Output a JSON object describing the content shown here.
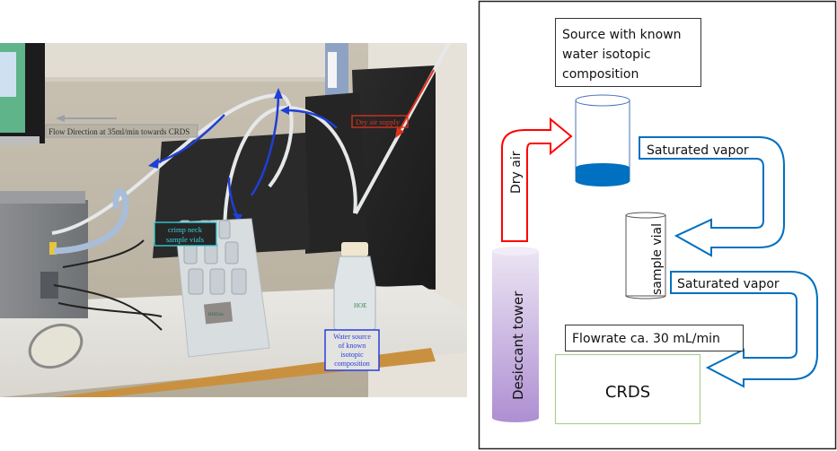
{
  "photo": {
    "labels": {
      "flow_direction": "Flow Direction at 35ml/min towards CRDS",
      "dry_air_supply": "Dry air supply",
      "crimp_neck_line1": "crimp neck",
      "crimp_neck_line2": "sample vials",
      "water_source_line1": "Water source",
      "water_source_line2": "of known",
      "water_source_line3": "isotopic",
      "water_source_line4": "composition",
      "bottle_marking": "HOE",
      "rack_tag": "HOESm"
    },
    "colors": {
      "flow_label": "#8a8f96",
      "dry_air": "#e0321c",
      "crimp": "#33d6e0",
      "water_source": "#2a3de0",
      "flow_arrow": "#1f3fd6"
    }
  },
  "diagram": {
    "source_box": {
      "line1": "Source with known",
      "line2": "water isotopic",
      "line3": "composition"
    },
    "dry_air_label": "Dry air",
    "saturated_vapor_1": "Saturated vapor",
    "saturated_vapor_2": "Saturated vapor",
    "sample_vial_label": "sample vial",
    "desiccant_label": "Desiccant tower",
    "flowrate_label": "Flowrate ca. 30 mL/min",
    "crds_label": "CRDS",
    "colors": {
      "dry_air_arrow": "#ff0000",
      "vapor_arrow": "#0070c0",
      "water_fill": "#0070c0",
      "crds_border": "#a9d18e",
      "desiccant_top": "#ebe4f3",
      "desiccant_bottom": "#ae8fd2"
    }
  }
}
